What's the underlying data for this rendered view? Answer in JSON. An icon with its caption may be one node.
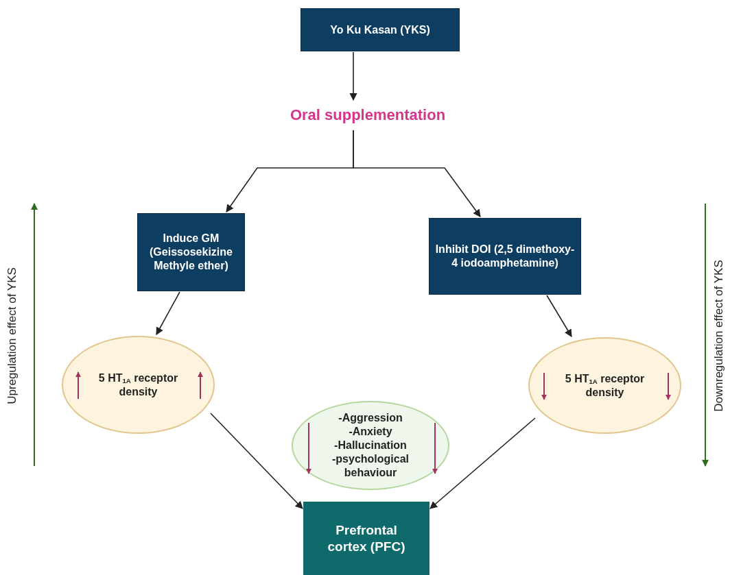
{
  "diagram": {
    "nodes": [
      {
        "text": [
          "Yo Ku Kasan (YKS)"
        ]
      },
      {
        "text": [
          "Oral supplementation"
        ]
      },
      {
        "text": [
          "Induce GM (Geissosekizine Methyle ether)"
        ]
      },
      {
        "text": [
          "Inhibit DOI (2,5 dimethoxy-4 iodoamphetamine)"
        ]
      },
      {
        "text": [
          "5 HT$_{1A}$ receptor density"
        ]
      },
      {
        "text": [
          "5 HT$_{1A}$ receptor density"
        ]
      },
      {
        "text": [
          "-Aggression",
          "-Anxiety",
          "-Hallucination",
          "-psychological behaviour"
        ]
      },
      {
        "text": [
          "Prefrontal cortex (PFC)"
        ]
      }
    ],
    "edges": [
      {
        "from": 0,
        "to": 1,
        "arrow": "to"
      },
      {
        "from": 1,
        "to": 2,
        "arrow": "to"
      },
      {
        "from": 1,
        "to": 3,
        "arrow": "to"
      },
      {
        "from": 2,
        "to": 4,
        "arrow": "to"
      },
      {
        "from": 3,
        "to": 5,
        "arrow": "to"
      },
      {
        "from": 4,
        "to": 7,
        "arrow": "to"
      },
      {
        "from": 5,
        "to": 7,
        "arrow": "to"
      }
    ],
    "labels": [
      "Upregulation effect of YKS",
      "Downregulation effect of YKS"
    ]
  }
}
